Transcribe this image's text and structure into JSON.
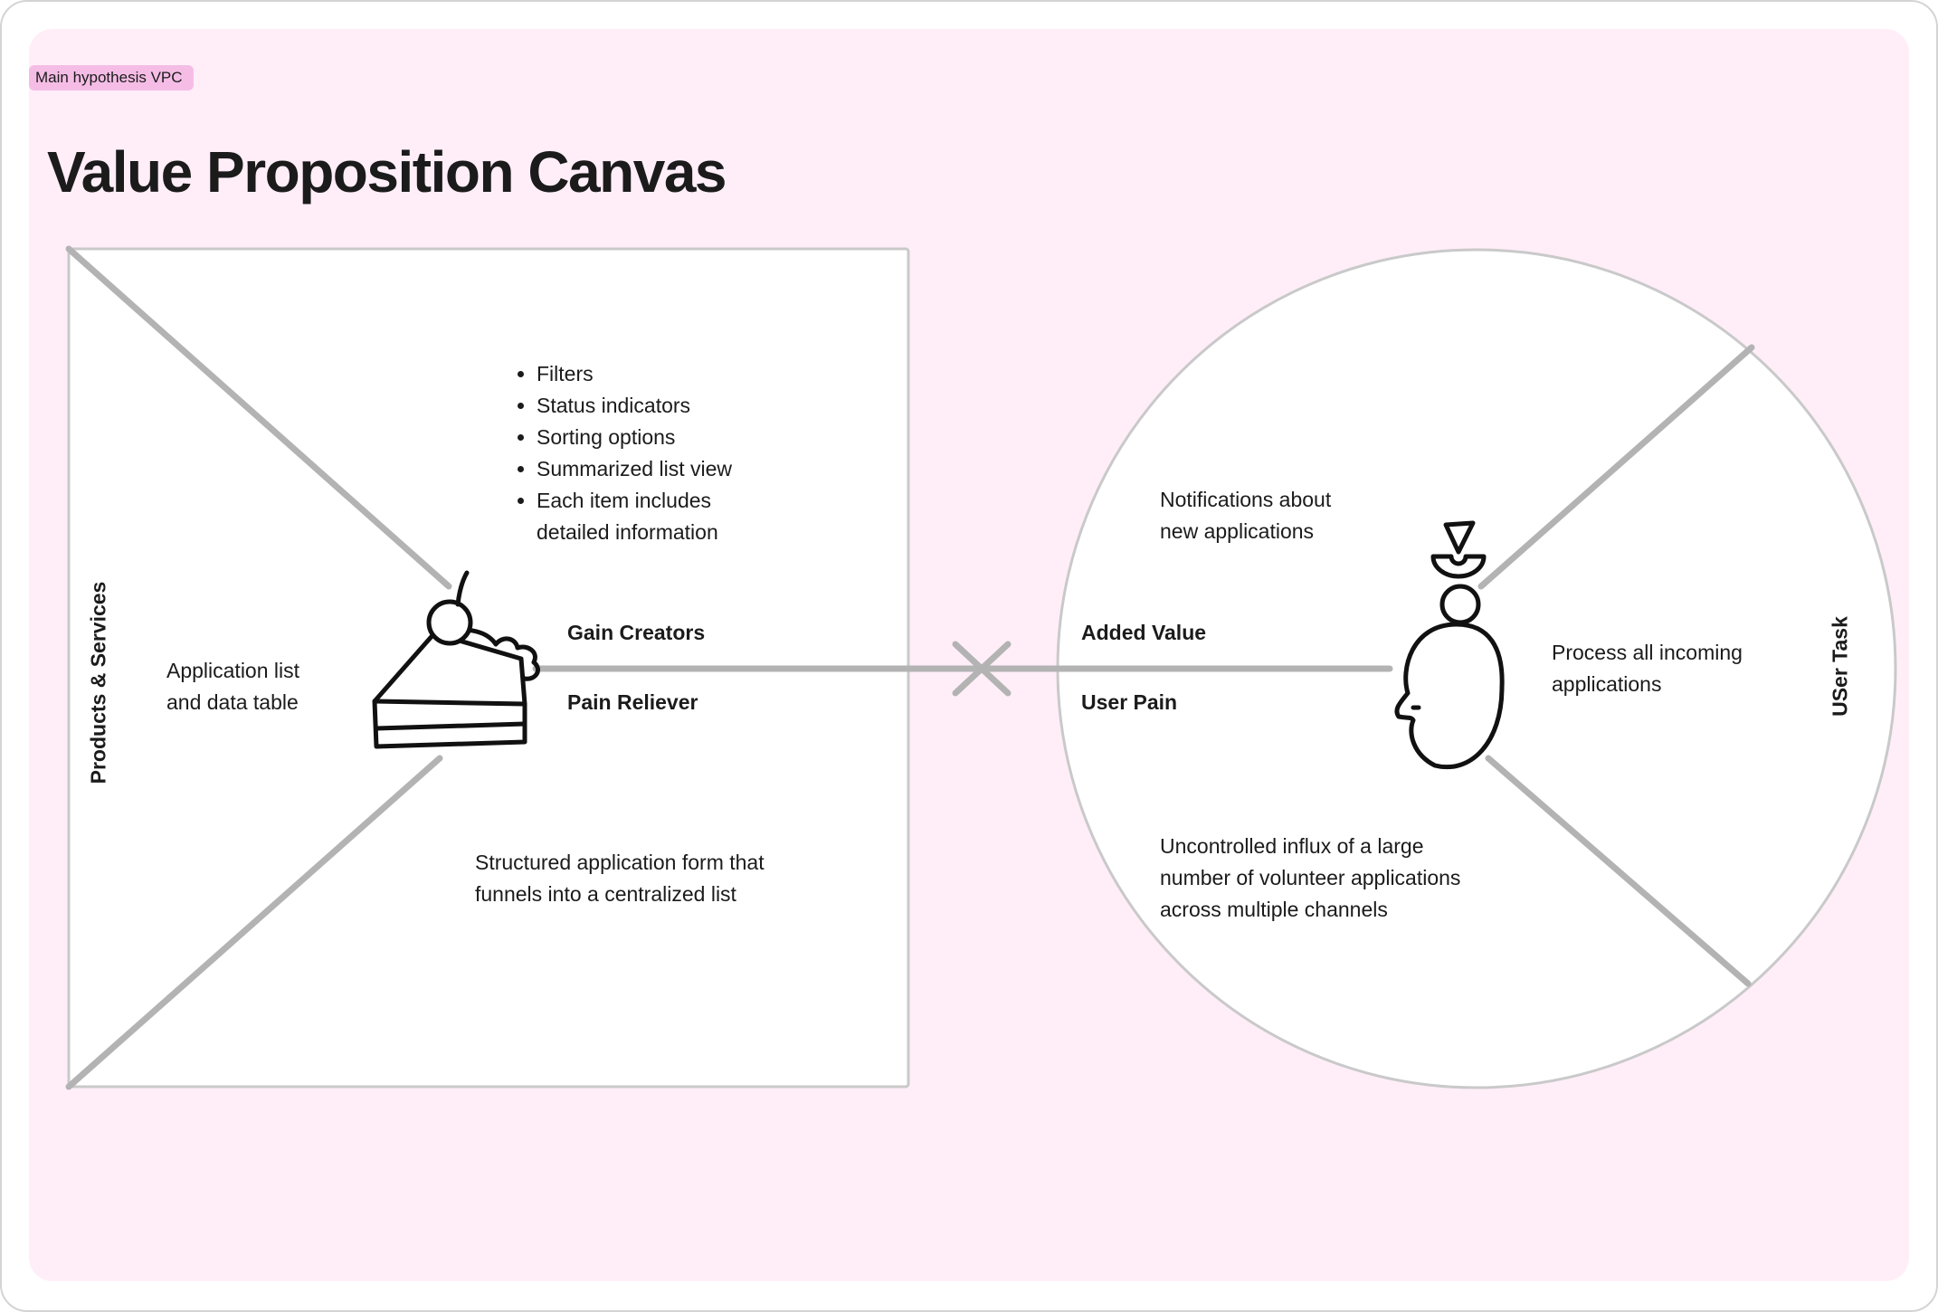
{
  "tag": "Main hypothesis VPC",
  "title": "Value Proposition Canvas",
  "product": {
    "side_label": "Products & Services",
    "products_text": [
      "Application list",
      "and data table"
    ],
    "gain_creators_label": "Gain Creators",
    "pain_reliever_label": "Pain Reliever",
    "gain_creators": [
      "Filters",
      "Status indicators",
      "Sorting options",
      "Summarized list view",
      "Each item includes detailed information"
    ],
    "pain_relievers": [
      "Structured application form that",
      "funnels into a centralized list"
    ]
  },
  "customer": {
    "side_label": "USer Task",
    "added_value_label": "Added Value",
    "user_pain_label": "User Pain",
    "added_value": [
      "Notifications about",
      "new applications"
    ],
    "user_task": [
      "Process all incoming",
      "applications"
    ],
    "user_pain": [
      "Uncontrolled influx of a large",
      "number of volunteer applications",
      "across multiple channels"
    ]
  },
  "icons": [
    "cake-icon",
    "head-icon",
    "arrows-icon"
  ],
  "colors": {
    "board": "#ffeef8",
    "tag": "#f5bde6",
    "lines": "#b3b3b3",
    "outline": "#c9c9c9"
  }
}
